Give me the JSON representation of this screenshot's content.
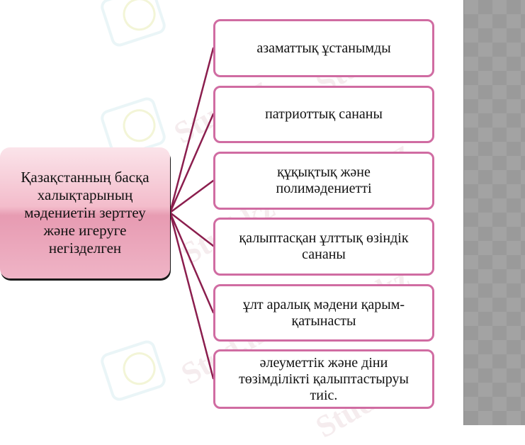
{
  "diagram": {
    "root": {
      "label": "Қазақстанның басқа\nхалықтарының\nмәдениетін зерттеу\nжәне игеруге\nнегізделген"
    },
    "branches": [
      {
        "label": "азаматтық ұстанымды"
      },
      {
        "label": "патриоттық сананы"
      },
      {
        "label": "құқықтық және\nполимәдениетті"
      },
      {
        "label": "қалыптасқан ұлттық өзіндік\nсананы"
      },
      {
        "label": "ұлт аралық мәдени қарым-\nқатынасты"
      },
      {
        "label": "әлеуметтік және діни\nтөзімділікті қалыптастыруы\nтиіс."
      }
    ],
    "colors": {
      "connector": "#8b1e4e",
      "leaf_border": "#d06ca2",
      "root_fill": "#f3bccb",
      "side_panel": "#a3a3a3"
    }
  },
  "watermark": {
    "text": "Stud.kz"
  }
}
